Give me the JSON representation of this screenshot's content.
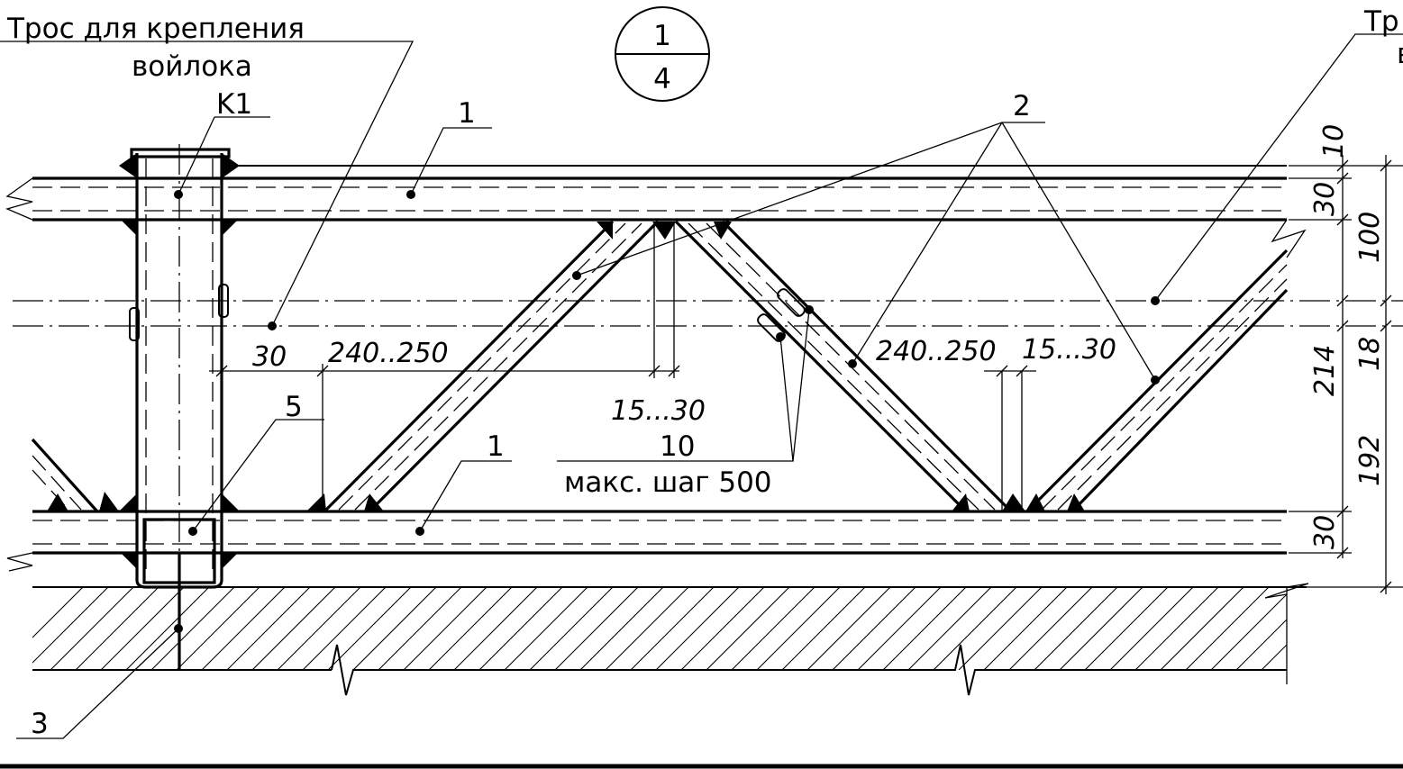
{
  "labels": {
    "cable_left_line1": "Трос для крепления",
    "cable_left_line2": "войлока",
    "cable_right_partial": "Тр",
    "cable_right_partial2": "в",
    "k1": "K1",
    "pos1_top": "1",
    "pos1_bottom": "1",
    "pos2": "2",
    "pos3": "3",
    "pos5": "5",
    "section_num": "1",
    "section_sheet": "4",
    "weld_size": "10",
    "weld_step": "макс. шаг 500"
  },
  "dimensions": {
    "left_30": "30",
    "left_range": "240..250",
    "mid_gap": "15...30",
    "right_range": "240..250",
    "right_gap": "15...30",
    "right_col": [
      "10",
      "30",
      "100",
      "18",
      "214",
      "192",
      "30"
    ]
  }
}
